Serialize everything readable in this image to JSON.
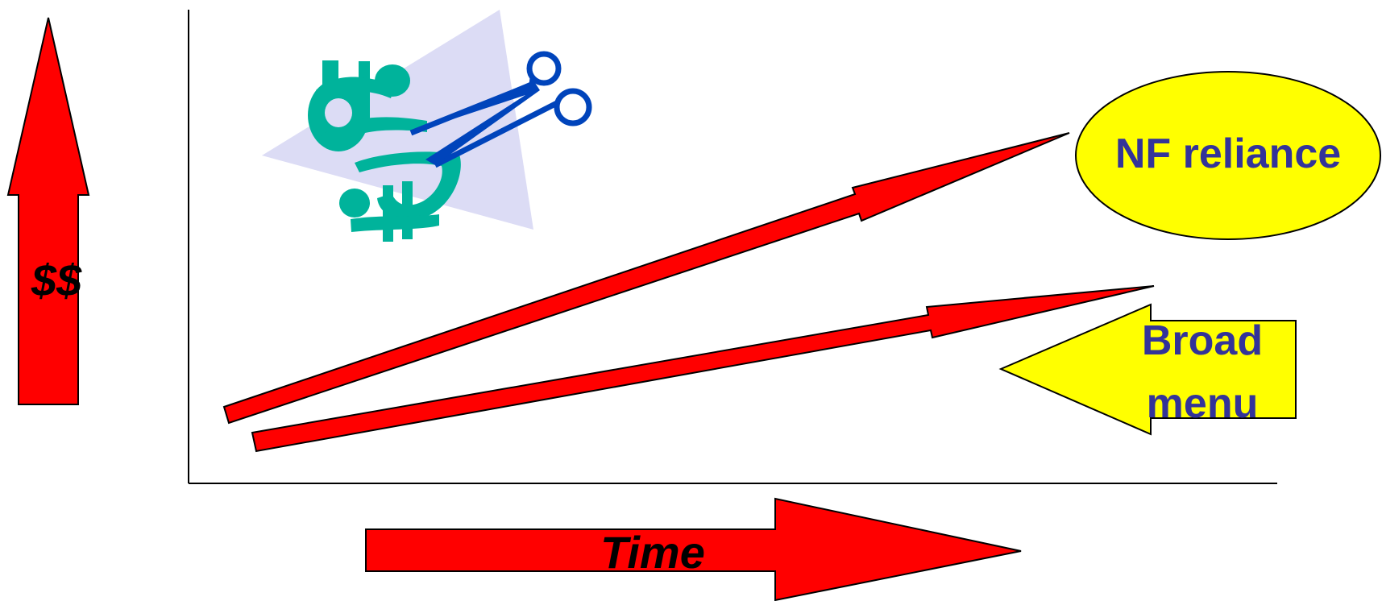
{
  "axis_labels": {
    "y": "$$",
    "x": "Time"
  },
  "callouts": {
    "top_ellipse": "NF reliance",
    "bottom_arrow_line1": "Broad",
    "bottom_arrow_line2": "menu"
  },
  "colors": {
    "arrow_red": "#ff0000",
    "callout_yellow": "#ffff00",
    "label_text": "#333399",
    "clipart_teal": "#00b39b",
    "clipart_blue": "#0044bb",
    "clipart_shadow": "#dcdcf5"
  },
  "icons": {
    "clipart": "scissors-cutting-money-icon"
  }
}
